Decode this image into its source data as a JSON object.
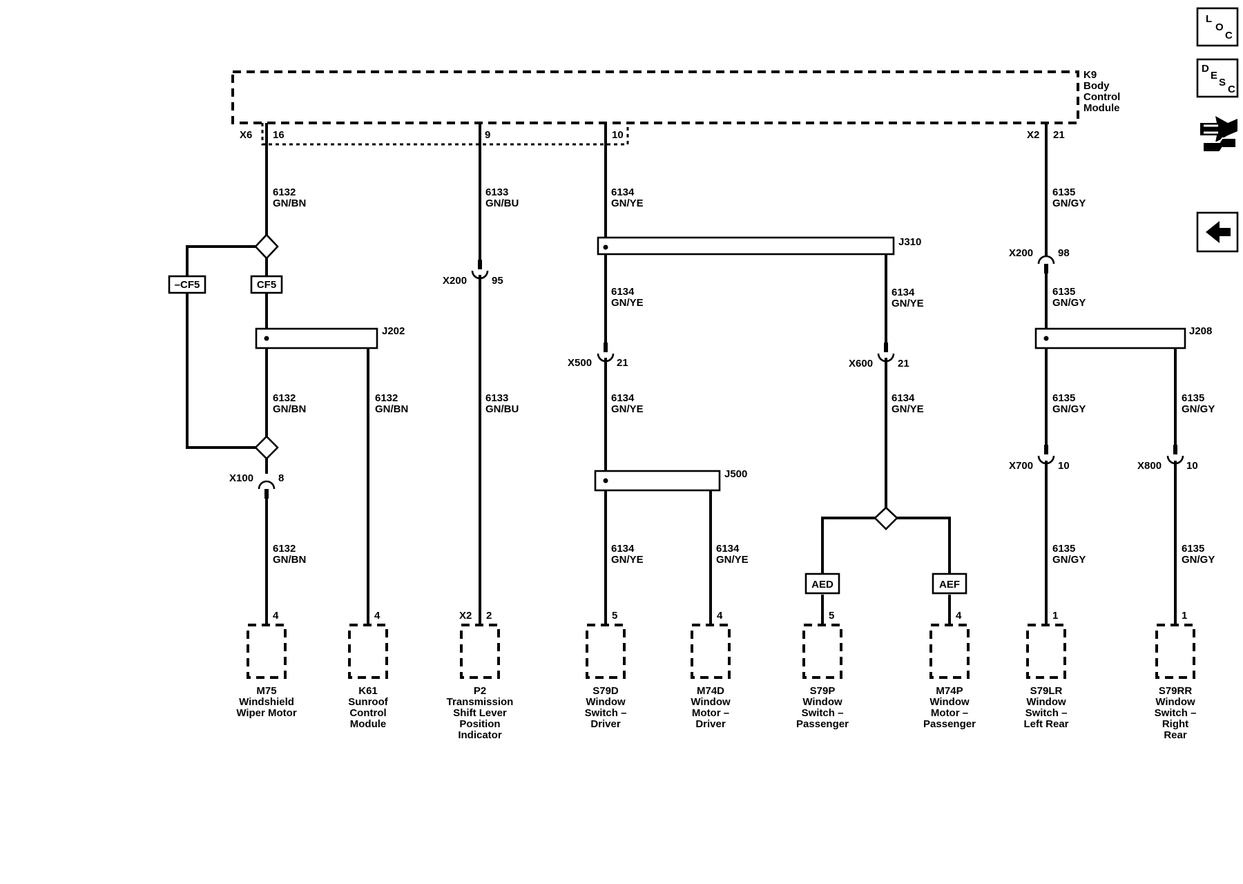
{
  "module": {
    "id": "K9",
    "name_lines": [
      "Body",
      "Control",
      "Module"
    ],
    "x6_connector": "X6",
    "x2_connector": "X2",
    "pins": [
      "16",
      "9",
      "10",
      "21"
    ]
  },
  "circuits": {
    "c6132": {
      "num": "6132",
      "color": "GN/BN"
    },
    "c6133": {
      "num": "6133",
      "color": "GN/BU"
    },
    "c6134": {
      "num": "6134",
      "color": "GN/YE"
    },
    "c6135": {
      "num": "6135",
      "color": "GN/GY"
    }
  },
  "splices": {
    "j202": "J202",
    "j310": "J310",
    "j500": "J500",
    "j208": "J208"
  },
  "options": {
    "not_cf5": "–CF5",
    "cf5": "CF5",
    "aed": "AED",
    "aef": "AEF"
  },
  "inline_connectors": {
    "x100": {
      "name": "X100",
      "pin": "8"
    },
    "x200_a": {
      "name": "X200",
      "pin": "95"
    },
    "x500": {
      "name": "X500",
      "pin": "21"
    },
    "x600_a": {
      "name": "X600",
      "pin": "21"
    },
    "x200_b": {
      "name": "X200",
      "pin": "98"
    },
    "x700": {
      "name": "X700",
      "pin": "10"
    },
    "x800": {
      "name": "X800",
      "pin": "10"
    }
  },
  "components": [
    {
      "pin": "4",
      "connector": "",
      "lines": [
        "M75",
        "Windshield",
        "Wiper Motor"
      ]
    },
    {
      "pin": "4",
      "connector": "",
      "lines": [
        "K61",
        "Sunroof",
        "Control",
        "Module"
      ]
    },
    {
      "pin": "2",
      "connector": "X2",
      "lines": [
        "P2",
        "Transmission",
        "Shift Lever",
        "Position",
        "Indicator"
      ]
    },
    {
      "pin": "5",
      "connector": "",
      "lines": [
        "S79D",
        "Window",
        "Switch –",
        "Driver"
      ]
    },
    {
      "pin": "4",
      "connector": "",
      "lines": [
        "M74D",
        "Window",
        "Motor –",
        "Driver"
      ]
    },
    {
      "pin": "5",
      "connector": "",
      "lines": [
        "S79P",
        "Window",
        "Switch –",
        "Passenger"
      ]
    },
    {
      "pin": "4",
      "connector": "",
      "lines": [
        "M74P",
        "Window",
        "Motor –",
        "Passenger"
      ]
    },
    {
      "pin": "1",
      "connector": "",
      "lines": [
        "S79LR",
        "Window",
        "Switch –",
        "Left Rear"
      ]
    },
    {
      "pin": "1",
      "connector": "",
      "lines": [
        "S79RR",
        "Window",
        "Switch –",
        "Right",
        "Rear"
      ]
    }
  ],
  "nav": {
    "loc": [
      "L",
      "O",
      "C"
    ],
    "desc": [
      "D",
      "E",
      "S",
      "C"
    ],
    "icons": [
      "connector-tool-icon",
      "back-arrow-icon"
    ]
  }
}
